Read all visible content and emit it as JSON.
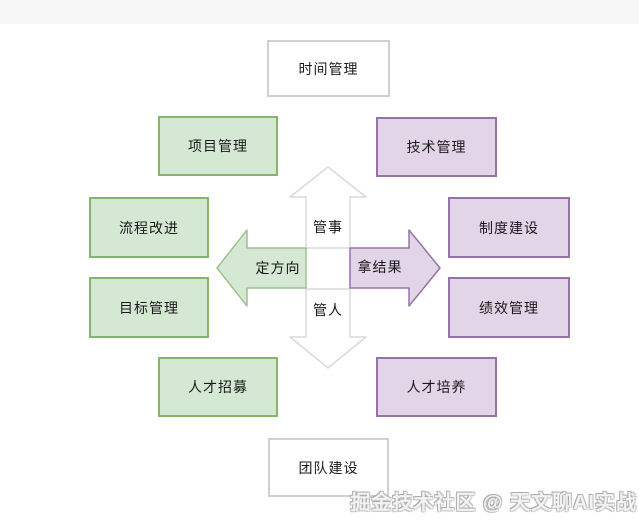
{
  "nodes": {
    "time_management": {
      "label": "时间管理",
      "style": "plain"
    },
    "project_management": {
      "label": "项目管理",
      "style": "green"
    },
    "tech_management": {
      "label": "技术管理",
      "style": "purple"
    },
    "process_improvement": {
      "label": "流程改进",
      "style": "green"
    },
    "goal_management": {
      "label": "目标管理",
      "style": "green"
    },
    "system_building": {
      "label": "制度建设",
      "style": "purple"
    },
    "performance_management": {
      "label": "绩效管理",
      "style": "purple"
    },
    "talent_recruitment": {
      "label": "人才招募",
      "style": "green"
    },
    "talent_development": {
      "label": "人才培养",
      "style": "purple"
    },
    "team_building": {
      "label": "团队建设",
      "style": "plain"
    }
  },
  "center_arrows": {
    "up": {
      "label": "管事",
      "direction": "up",
      "fill": "#ffffff",
      "stroke": "#dadada"
    },
    "down": {
      "label": "管人",
      "direction": "down",
      "fill": "#ffffff",
      "stroke": "#dadada"
    },
    "left": {
      "label": "定方向",
      "direction": "left",
      "fill": "#d5e8d4",
      "stroke": "#a0c18c"
    },
    "right": {
      "label": "拿结果",
      "direction": "right",
      "fill": "#e1d5e7",
      "stroke": "#9673a6"
    }
  },
  "colors": {
    "green_fill": "#d5e8d4",
    "green_border": "#85b56b",
    "purple_fill": "#e1d5e7",
    "purple_border": "#9673a6",
    "plain_fill": "#ffffff",
    "plain_border": "#d0d0d0",
    "text": "#1a1a1a"
  },
  "watermark": {
    "text": "掘金技术社区 @ 天文聊AI实战"
  }
}
